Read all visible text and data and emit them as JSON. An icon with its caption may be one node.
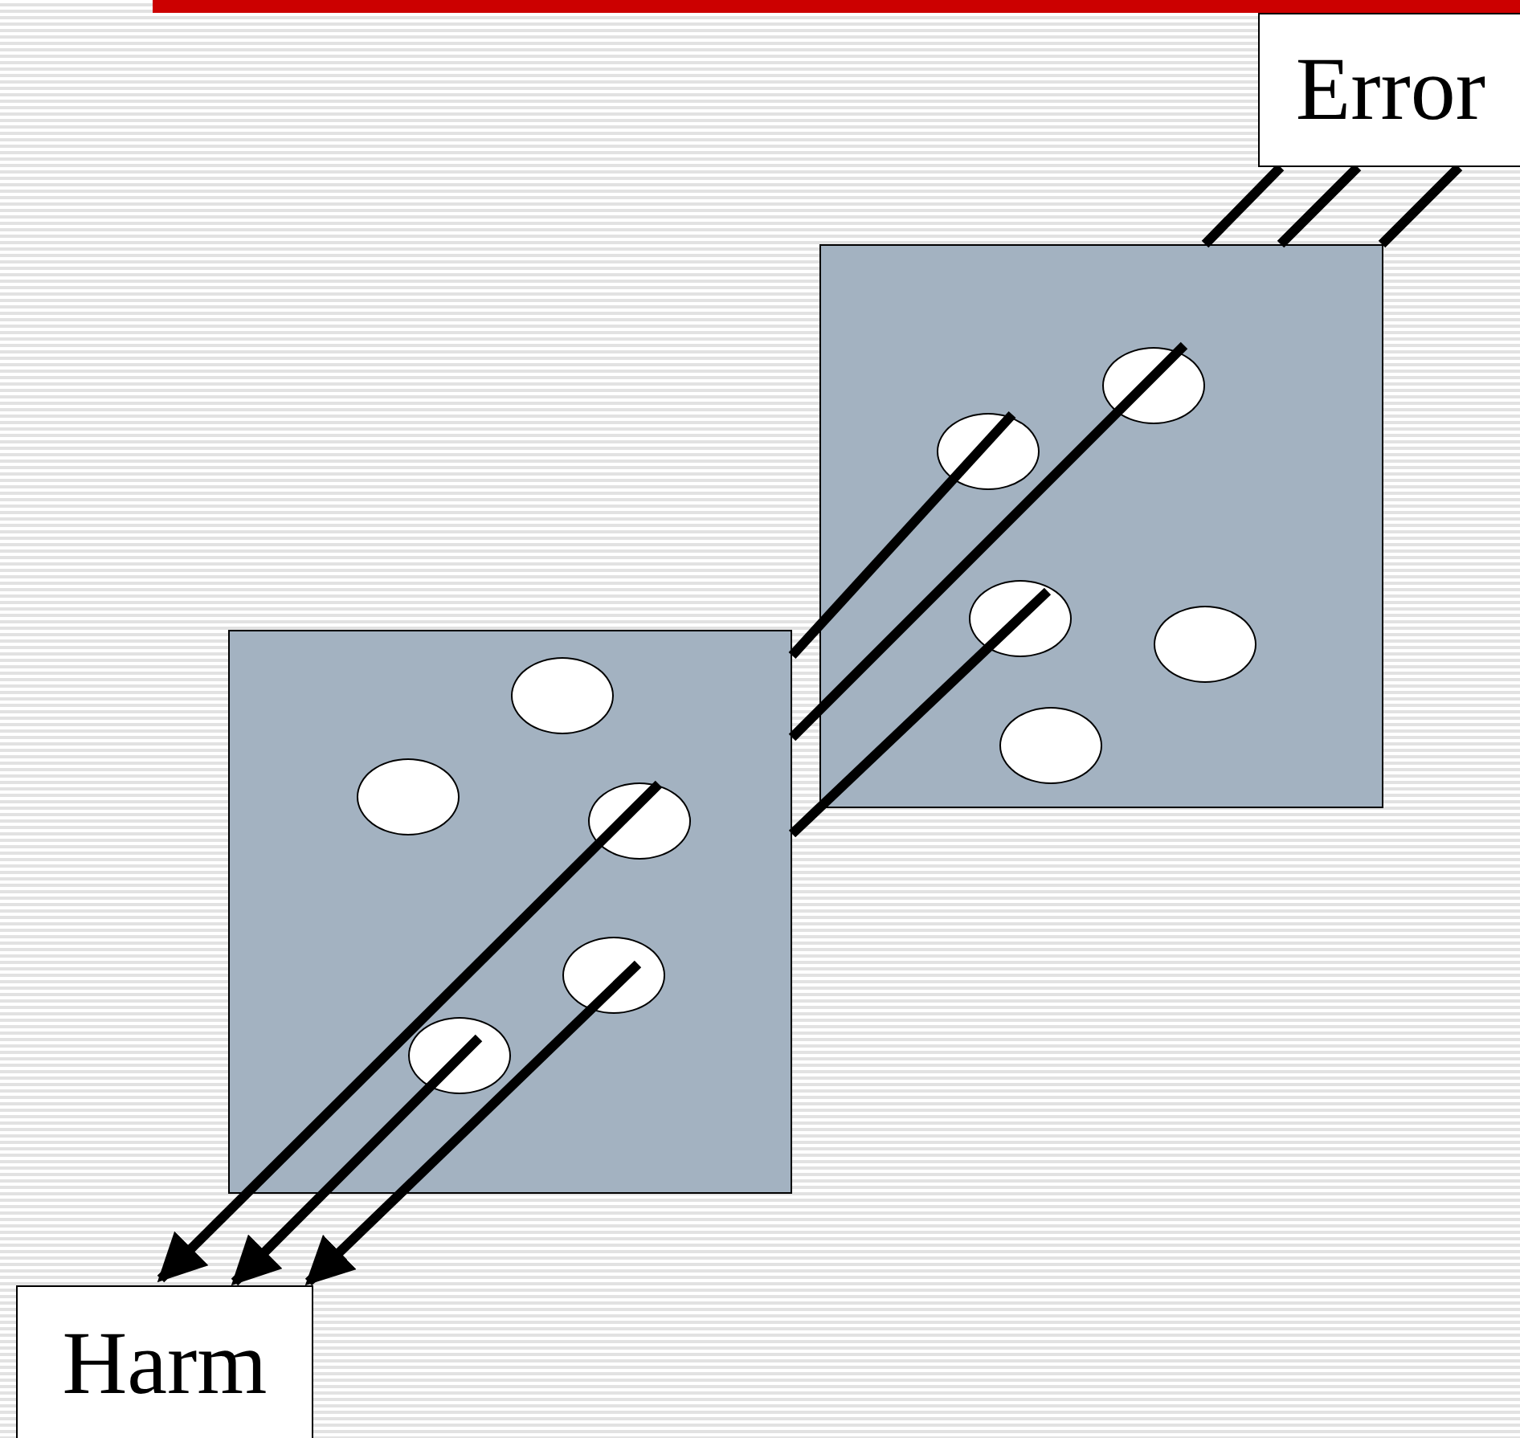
{
  "diagram": {
    "nodes": [
      {
        "text": [
          "Error"
        ]
      },
      {
        "text": [],
        "shape": "box"
      },
      {
        "text": [],
        "shape": "circle",
        "in": 1
      },
      {
        "text": [],
        "shape": "circle",
        "in": 1
      },
      {
        "text": [],
        "shape": "circle",
        "in": 1
      },
      {
        "text": [],
        "shape": "circle",
        "in": 1
      },
      {
        "text": [],
        "shape": "circle",
        "in": 1
      },
      {
        "text": [],
        "shape": "box"
      },
      {
        "text": [],
        "shape": "circle",
        "in": 7
      },
      {
        "text": [],
        "shape": "circle",
        "in": 7
      },
      {
        "text": [],
        "shape": "circle",
        "in": 7
      },
      {
        "text": [],
        "shape": "circle",
        "in": 7
      },
      {
        "text": [],
        "shape": "circle",
        "in": 7
      },
      {
        "text": [
          "Harm"
        ]
      }
    ],
    "edges": [
      {
        "from": 0,
        "to": 1,
        "arrow": "none"
      },
      {
        "from": 0,
        "to": 1,
        "arrow": "none"
      },
      {
        "from": 0,
        "to": 1,
        "arrow": "none"
      },
      {
        "from": 2,
        "to": 7,
        "arrow": "none"
      },
      {
        "from": 3,
        "to": 7,
        "arrow": "none"
      },
      {
        "from": 4,
        "to": 7,
        "arrow": "none"
      },
      {
        "from": 10,
        "to": 13,
        "arrow": "to"
      },
      {
        "from": 11,
        "to": 13,
        "arrow": "to"
      },
      {
        "from": 12,
        "to": 13,
        "arrow": "to"
      }
    ]
  }
}
